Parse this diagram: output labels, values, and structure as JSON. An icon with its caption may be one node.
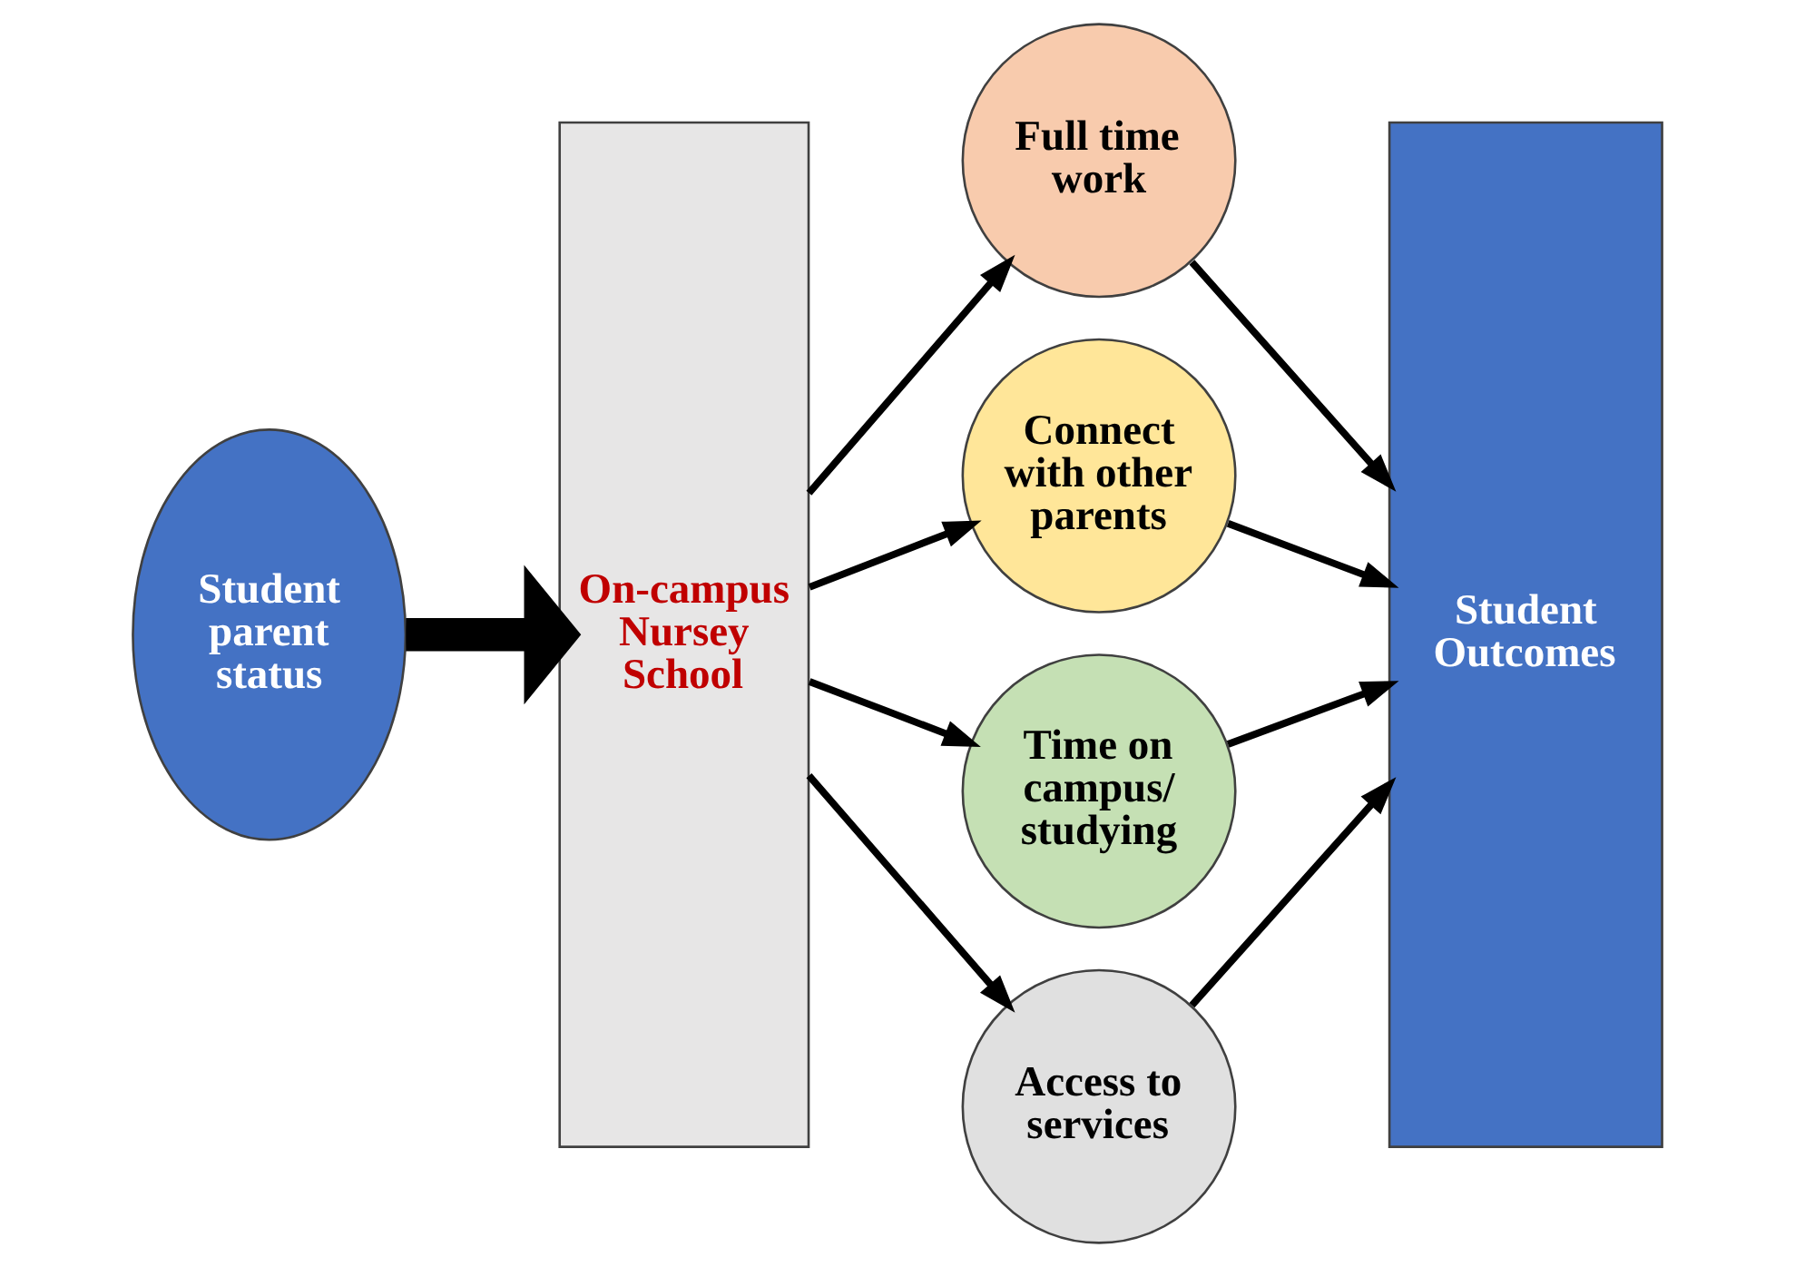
{
  "diagram": {
    "nodes": [
      {
        "text": [
          "Student parent status"
        ]
      },
      {
        "text": [
          "On-campus Nursey School"
        ]
      },
      {
        "text": [
          "Full time work"
        ]
      },
      {
        "text": [
          "Connect with other parents"
        ]
      },
      {
        "text": [
          "Time on campus/ studying"
        ]
      },
      {
        "text": [
          "Access to services"
        ]
      },
      {
        "text": [
          "Student Outcomes"
        ]
      }
    ],
    "edges": [
      {
        "from": 0,
        "to": 1,
        "arrow": "to",
        "style": "thick"
      },
      {
        "from": 1,
        "to": 2,
        "arrow": "to"
      },
      {
        "from": 1,
        "to": 3,
        "arrow": "to"
      },
      {
        "from": 1,
        "to": 4,
        "arrow": "to"
      },
      {
        "from": 1,
        "to": 5,
        "arrow": "to"
      },
      {
        "from": 2,
        "to": 6,
        "arrow": "to"
      },
      {
        "from": 3,
        "to": 6,
        "arrow": "to"
      },
      {
        "from": 4,
        "to": 6,
        "arrow": "to"
      },
      {
        "from": 5,
        "to": 6,
        "arrow": "to"
      }
    ]
  }
}
